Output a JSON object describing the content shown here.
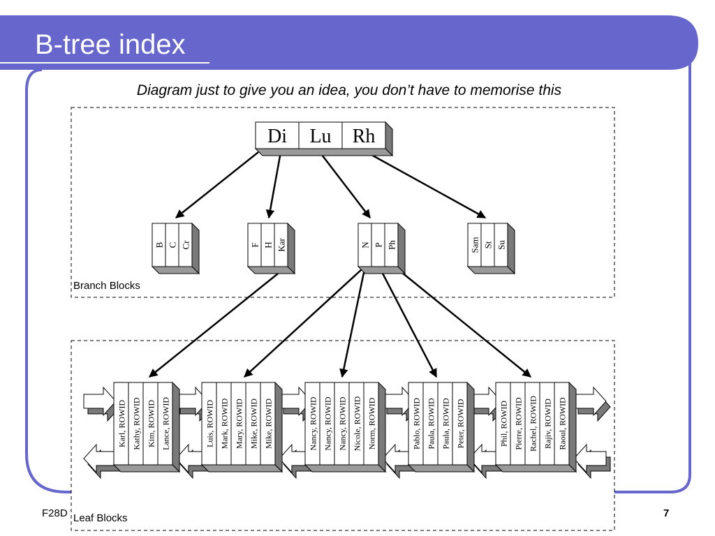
{
  "slide": {
    "title": "B-tree index",
    "subtitle": "Diagram just to give you an idea, you don’t have to memorise this",
    "footer_left": "F28D",
    "page_number": "7",
    "accent_color": "#6666cc"
  },
  "diagram": {
    "root": [
      "Di",
      "Lu",
      "Rh"
    ],
    "branch_label": "Branch Blocks",
    "leaf_label": "Leaf Blocks",
    "branches": [
      [
        "B",
        "C",
        "Cr"
      ],
      [
        "F",
        "H",
        "Kar"
      ],
      [
        "N",
        "P",
        "Ph"
      ],
      [
        "Sam",
        "St",
        "Su"
      ]
    ],
    "leaves": [
      [
        "Karl, ROWID",
        "Kathy, ROWID",
        "Kim, ROWID",
        "Lance, ROWID"
      ],
      [
        "Luis, ROWID",
        "Mark, ROWID",
        "Mary, ROWID",
        "Mike, ROWID",
        "Mike, ROWID"
      ],
      [
        "Nancy, ROWID",
        "Nancy, ROWID",
        "Nancy, ROWID",
        "Nicole, ROWID",
        "Norm, ROWID"
      ],
      [
        "Pablo, ROWID",
        "Paula, ROWID",
        "Paula, ROWID",
        "Peter, ROWID"
      ],
      [
        "Phil, ROWID",
        "Pierre, ROWID",
        "Rachel, ROWID",
        "Rajiv, ROWID",
        "Raoul, ROWID"
      ]
    ]
  }
}
